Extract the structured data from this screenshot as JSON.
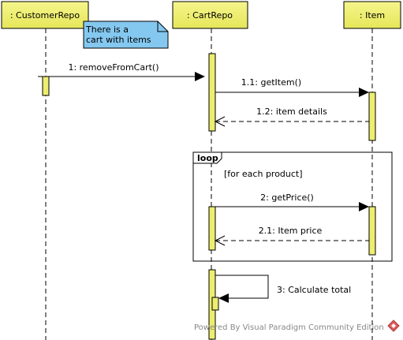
{
  "lifelines": [
    {
      "label": ": CustomerRepo"
    },
    {
      "label": ": CartRepo"
    },
    {
      "label": ": Item"
    }
  ],
  "note": {
    "lines": [
      "There is a",
      "cart with items"
    ]
  },
  "messages": [
    {
      "label": "1: removeFromCart()"
    },
    {
      "label": "1.1: getItem()"
    },
    {
      "label": "1.2: item details"
    },
    {
      "label": "2: getPrice()"
    },
    {
      "label": "2.1: Item price"
    },
    {
      "label": "3: Calculate total"
    }
  ],
  "fragment": {
    "operator": "loop",
    "guard": "[for each product]"
  },
  "watermark": "Powered By Visual Paradigm Community Edition",
  "colors": {
    "lifeline_head": "#f0f07a",
    "activation": "#eded6f",
    "note": "#84c8f0",
    "line": "#000000"
  }
}
